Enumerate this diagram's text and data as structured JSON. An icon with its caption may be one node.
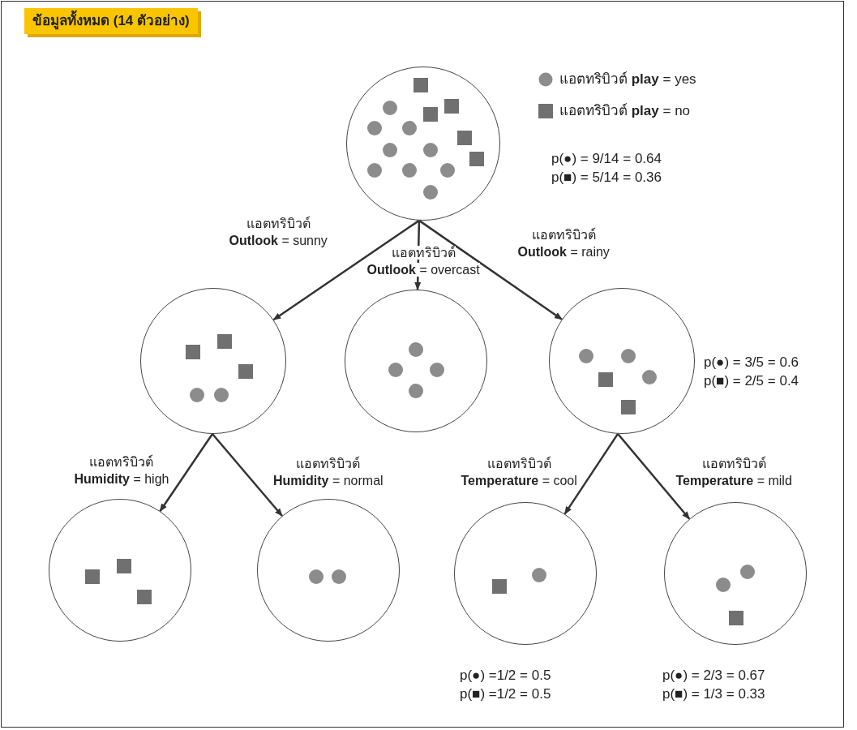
{
  "diagram": {
    "title": "ข้อมูลทั้งหมด (14 ตัวอย่าง)",
    "nodes": [
      {
        "text": [],
        "shape": "circle",
        "beside": [
          "p(●) = 9/14 = 0.64",
          "p(■) = 5/14 = 0.36"
        ]
      },
      {
        "text": [],
        "shape": "circle"
      },
      {
        "text": [],
        "shape": "circle"
      },
      {
        "text": [],
        "shape": "circle",
        "beside": [
          "p(●) = 3/5 = 0.6",
          "p(■) = 2/5 = 0.4"
        ]
      },
      {
        "text": [],
        "shape": "circle"
      },
      {
        "text": [],
        "shape": "circle"
      },
      {
        "text": [],
        "shape": "circle",
        "beside": [
          "p(●) =1/2 = 0.5",
          "p(■) =1/2 = 0.5"
        ]
      },
      {
        "text": [],
        "shape": "circle",
        "beside": [
          "p(●) = 2/3 = 0.67",
          "p(■) = 1/3 = 0.33"
        ]
      }
    ],
    "edges": [
      {
        "from": 0,
        "to": 1,
        "arrow": "to",
        "label": "แอตทริบิวต์ **Outlook** = sunny"
      },
      {
        "from": 0,
        "to": 2,
        "arrow": "to",
        "label": "แอตทริบิวต์ **Outlook** = overcast"
      },
      {
        "from": 0,
        "to": 3,
        "arrow": "to",
        "label": "แอตทริบิวต์ **Outlook** = rainy"
      },
      {
        "from": 1,
        "to": 4,
        "arrow": "to",
        "label": "แอตทริบิวต์ **Humidity** = high"
      },
      {
        "from": 1,
        "to": 5,
        "arrow": "to",
        "label": "แอตทริบิวต์ **Humidity** = normal"
      },
      {
        "from": 3,
        "to": 6,
        "arrow": "to",
        "label": "แอตทริบิวต์ **Temperature** = cool"
      },
      {
        "from": 3,
        "to": 7,
        "arrow": "to",
        "label": "แอตทริบิวต์ **Temperature** = mild"
      }
    ],
    "legend": [
      {
        "text": "แอตทริบิวต์ **play** = yes"
      },
      {
        "text": "แอตทริบิวต์ **play** = no"
      }
    ]
  }
}
